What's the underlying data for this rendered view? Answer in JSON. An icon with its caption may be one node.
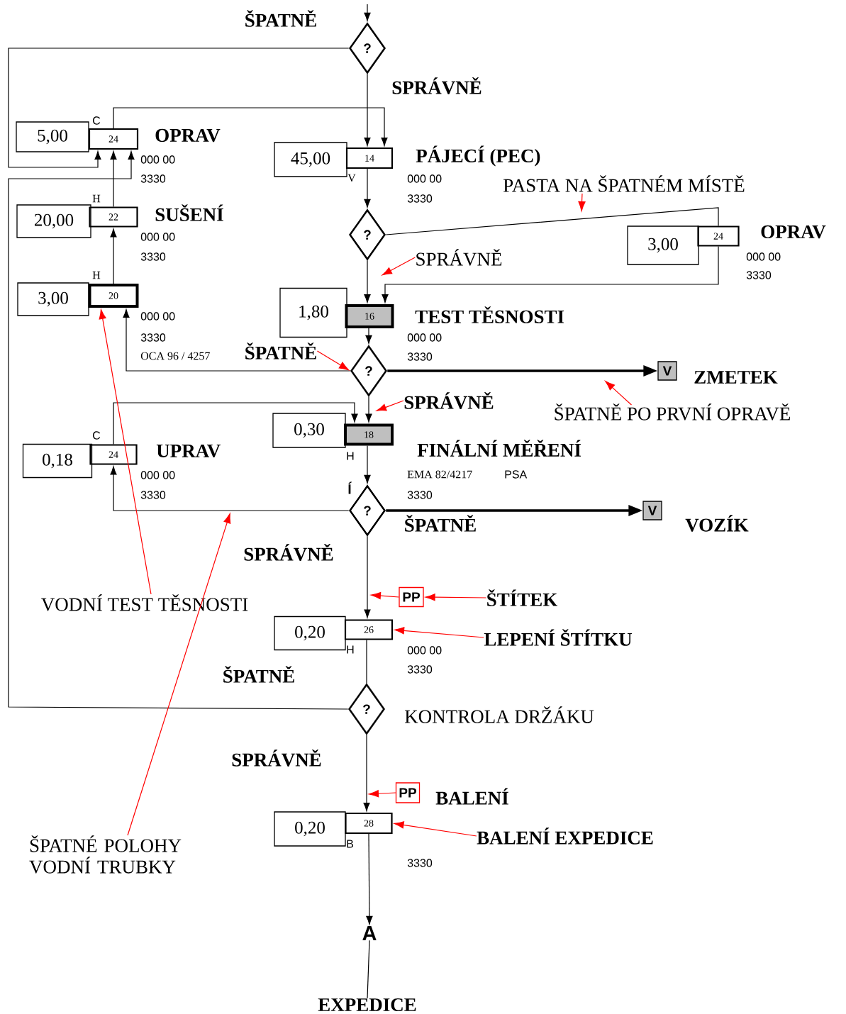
{
  "diagram": {
    "nodes": [
      {
        "text": [
          "?"
        ]
      },
      {
        "text": [
          "5,00"
        ]
      },
      {
        "text": [
          "24"
        ],
        "beside": [
          "C",
          "OPRAV",
          "000 00",
          "3330"
        ]
      },
      {
        "text": [
          "20,00"
        ]
      },
      {
        "text": [
          "22"
        ],
        "beside": [
          "H",
          "SUŠENÍ",
          "000 00",
          "3330"
        ]
      },
      {
        "text": [
          "3,00"
        ]
      },
      {
        "text": [
          "20"
        ],
        "beside": [
          "H",
          "000 00",
          "3330",
          "OCA 96 / 4257"
        ]
      },
      {
        "text": [
          "45,00"
        ]
      },
      {
        "text": [
          "14"
        ],
        "beside": [
          "V",
          "PÁJECÍ (PEC)",
          "000 00",
          "3330"
        ]
      },
      {
        "text": [
          "?"
        ]
      },
      {
        "text": [
          "3,00"
        ]
      },
      {
        "text": [
          "24"
        ],
        "beside": [
          "OPRAV",
          "000 00",
          "3330"
        ]
      },
      {
        "text": [
          "1,80"
        ]
      },
      {
        "text": [
          "16"
        ],
        "beside": [
          "TEST TĚSNOSTI",
          "000 00",
          "3330"
        ]
      },
      {
        "text": [
          "?"
        ]
      },
      {
        "text": [
          "V"
        ],
        "beside": [
          "ZMETEK"
        ]
      },
      {
        "text": [
          "0,30"
        ]
      },
      {
        "text": [
          "18"
        ],
        "beside": [
          "H",
          "FINÁLNÍ MĚŘENÍ",
          "EMA 82/4217",
          "PSA",
          "3330"
        ]
      },
      {
        "text": [
          "0,18"
        ]
      },
      {
        "text": [
          "24"
        ],
        "beside": [
          "C",
          "UPRAV",
          "000 00",
          "3330"
        ]
      },
      {
        "text": [
          "?"
        ]
      },
      {
        "text": [
          "V"
        ],
        "beside": [
          "VOZÍK"
        ]
      },
      {
        "text": [
          "PP"
        ]
      },
      {
        "text": [
          "0,20"
        ]
      },
      {
        "text": [
          "26"
        ],
        "beside": [
          "H",
          "000 00",
          "3330"
        ]
      },
      {
        "text": [
          "?"
        ],
        "beside": [
          "KONTROLA DRŽÁKU"
        ]
      },
      {
        "text": [
          "PP"
        ],
        "beside": [
          "BALENÍ"
        ]
      },
      {
        "text": [
          "0,20"
        ]
      },
      {
        "text": [
          "28"
        ],
        "beside": [
          "B",
          "3330"
        ]
      },
      {
        "text": [
          "A"
        ]
      },
      {
        "text": [
          "EXPEDICE"
        ]
      },
      {
        "text": [
          "PASTA NA ŠPATNÉM MÍSTĚ"
        ]
      },
      {
        "text": [
          "SPRÁVNĚ"
        ]
      },
      {
        "text": [
          "ŠPATNĚ"
        ]
      },
      {
        "text": [
          "SPRÁVNĚ"
        ]
      },
      {
        "text": [
          "ŠPATNĚ PO PRVNÍ OPRAVĚ"
        ]
      },
      {
        "text": [
          "VODNÍ TEST TĚSNOSTI"
        ]
      },
      {
        "text": [
          "ŠPATNÉ POLOHY VODNÍ TRUBKY"
        ]
      },
      {
        "text": [
          "ŠTÍTEK"
        ]
      },
      {
        "text": [
          "LEPENÍ ŠTÍTKU"
        ]
      },
      {
        "text": [
          "BALENÍ EXPEDICE"
        ]
      }
    ],
    "edges": [
      {
        "from": null,
        "to": 0,
        "arrow": "to"
      },
      {
        "from": 0,
        "to": 8,
        "arrow": "to"
      },
      {
        "from": 0,
        "to": 2,
        "arrow": "to"
      },
      {
        "from": 2,
        "to": 8,
        "arrow": "to"
      },
      {
        "from": 4,
        "to": 2,
        "arrow": "to"
      },
      {
        "from": 6,
        "to": 4,
        "arrow": "to"
      },
      {
        "from": 25,
        "to": 2,
        "arrow": "to"
      },
      {
        "from": 8,
        "to": 9,
        "arrow": "to"
      },
      {
        "from": 9,
        "to": 11,
        "arrow": "none"
      },
      {
        "from": 11,
        "to": 13,
        "arrow": "to"
      },
      {
        "from": 9,
        "to": 13,
        "arrow": "to"
      },
      {
        "from": 13,
        "to": 14,
        "arrow": "to"
      },
      {
        "from": 14,
        "to": 15,
        "arrow": "to",
        "style": "thick"
      },
      {
        "from": 14,
        "to": 6,
        "arrow": "to"
      },
      {
        "from": 14,
        "to": 17,
        "arrow": "to"
      },
      {
        "from": 19,
        "to": 17,
        "arrow": "to"
      },
      {
        "from": 17,
        "to": 20,
        "arrow": "to"
      },
      {
        "from": 20,
        "to": 21,
        "arrow": "to",
        "style": "thick"
      },
      {
        "from": 20,
        "to": 19,
        "arrow": "to"
      },
      {
        "from": 20,
        "to": 24,
        "arrow": "to"
      },
      {
        "from": 24,
        "to": 25,
        "arrow": "none"
      },
      {
        "from": 25,
        "to": 28,
        "arrow": "to"
      },
      {
        "from": 28,
        "to": 29,
        "arrow": "to"
      },
      {
        "from": 29,
        "to": 30,
        "arrow": "none"
      },
      {
        "from": 22,
        "to": null,
        "arrow": "to",
        "color": "#ff0000"
      },
      {
        "from": 26,
        "to": null,
        "arrow": "to",
        "color": "#ff0000"
      },
      {
        "from": 31,
        "to": null,
        "arrow": "to",
        "color": "#ff0000"
      },
      {
        "from": 32,
        "to": null,
        "arrow": "to",
        "color": "#ff0000"
      },
      {
        "from": 33,
        "to": 14,
        "arrow": "to",
        "color": "#ff0000"
      },
      {
        "from": 34,
        "to": null,
        "arrow": "to",
        "color": "#ff0000"
      },
      {
        "from": 35,
        "to": null,
        "arrow": "to",
        "color": "#ff0000"
      },
      {
        "from": 36,
        "to": 6,
        "arrow": "to",
        "color": "#ff0000"
      },
      {
        "from": 37,
        "to": null,
        "arrow": "to",
        "color": "#ff0000"
      },
      {
        "from": 38,
        "to": 22,
        "arrow": "to",
        "color": "#ff0000"
      },
      {
        "from": 39,
        "to": 24,
        "arrow": "to",
        "color": "#ff0000"
      },
      {
        "from": 40,
        "to": 28,
        "arrow": "to",
        "color": "#ff0000"
      }
    ],
    "labels": [
      "ŠPATNĚ",
      "SPRÁVNĚ",
      "Í",
      "ŠPATNĚ",
      "SPRÁVNĚ",
      "ŠPATNĚ",
      "SPRÁVNĚ"
    ]
  }
}
